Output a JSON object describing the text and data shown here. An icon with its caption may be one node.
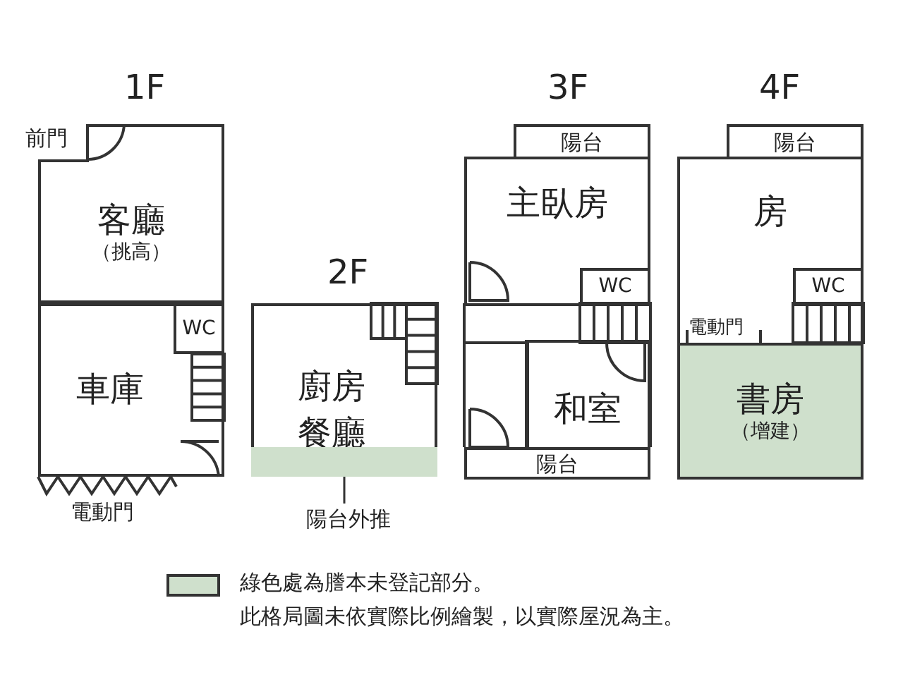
{
  "diagram": {
    "nodes": [
      {
        "text": [
          "客廳",
          "（挑高）"
        ]
      },
      {
        "text": [
          "車庫"
        ]
      },
      {
        "text": [
          "WC"
        ],
        "in": 1
      },
      {
        "text": [
          "廚房",
          "餐廳"
        ]
      },
      {
        "text": [],
        "shape": "box",
        "in": 3
      },
      {
        "text": [
          "陽台外推"
        ]
      },
      {
        "text": [
          "陽台"
        ]
      },
      {
        "text": [
          "主臥房"
        ]
      },
      {
        "text": [
          "WC"
        ],
        "in": 7
      },
      {
        "text": [
          "和室"
        ]
      },
      {
        "text": [
          "陽台"
        ]
      },
      {
        "text": [
          "陽台"
        ]
      },
      {
        "text": [
          "房"
        ]
      },
      {
        "text": [
          "WC"
        ],
        "in": 12
      },
      {
        "text": [
          "書房",
          "（增建）"
        ]
      }
    ],
    "edges": [
      {
        "from": 5,
        "to": 4,
        "arrow": "none"
      }
    ],
    "labels": [
      "1F",
      "3F",
      "4F",
      "前門",
      "2F",
      "電動門",
      "電動門",
      "此格局圖未依實際比例繪製，以實際屋況為主。"
    ],
    "legend": [
      {
        "text": "綠色處為謄本未登記部分。",
        "color": "#cfe0cc"
      }
    ]
  }
}
